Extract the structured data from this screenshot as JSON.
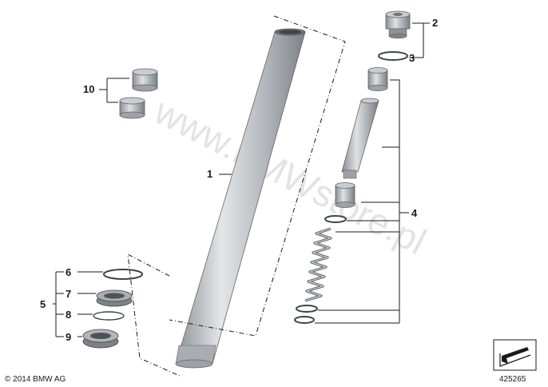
{
  "watermark": "www.BMWstore.pl",
  "copyright": "© 2014 BMW AG",
  "diagram_number": "425265",
  "labels": {
    "p1": "1",
    "p2": "2",
    "p3": "3",
    "p4": "4",
    "p5": "5",
    "p6": "6",
    "p7": "7",
    "p8": "8",
    "p9": "9",
    "p10": "10"
  },
  "colors": {
    "metal_light": "#d4d7da",
    "metal_mid": "#a9adb2",
    "metal_dark": "#7e8287",
    "line": "#1a1a1a"
  }
}
